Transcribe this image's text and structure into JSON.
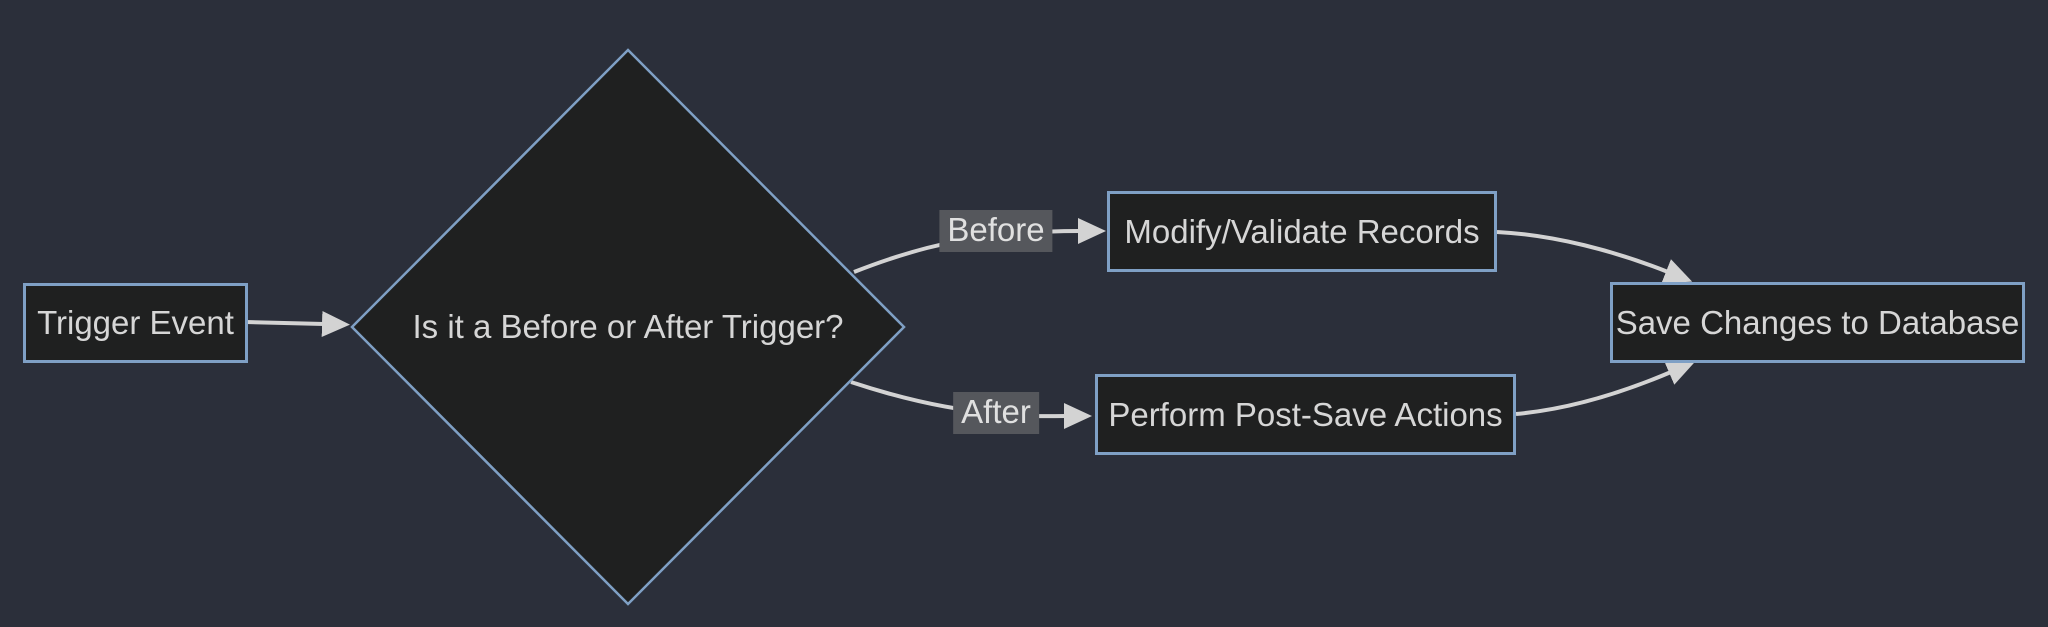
{
  "diagram": {
    "type": "flowchart",
    "direction": "left-to-right",
    "nodes": [
      {
        "id": "A",
        "shape": "rectangle",
        "label": "Trigger Event"
      },
      {
        "id": "B",
        "shape": "diamond",
        "label": "Is it a Before or After Trigger?"
      },
      {
        "id": "C",
        "shape": "rectangle",
        "label": "Modify/Validate Records"
      },
      {
        "id": "D",
        "shape": "rectangle",
        "label": "Perform Post-Save Actions"
      },
      {
        "id": "E",
        "shape": "rectangle",
        "label": "Save Changes to Database"
      }
    ],
    "edges": [
      {
        "from": "A",
        "to": "B",
        "label": ""
      },
      {
        "from": "B",
        "to": "C",
        "label": "Before"
      },
      {
        "from": "B",
        "to": "D",
        "label": "After"
      },
      {
        "from": "C",
        "to": "E",
        "label": ""
      },
      {
        "from": "D",
        "to": "E",
        "label": ""
      }
    ]
  },
  "theme": {
    "bg": "#2b2f3a",
    "node_fill": "#1f2020",
    "node_border": "#7fa0c5",
    "line": "#d3d3d3",
    "text": "#d6d6d6",
    "label_bg": "#55575c",
    "label_text": "#e0e0e0"
  }
}
